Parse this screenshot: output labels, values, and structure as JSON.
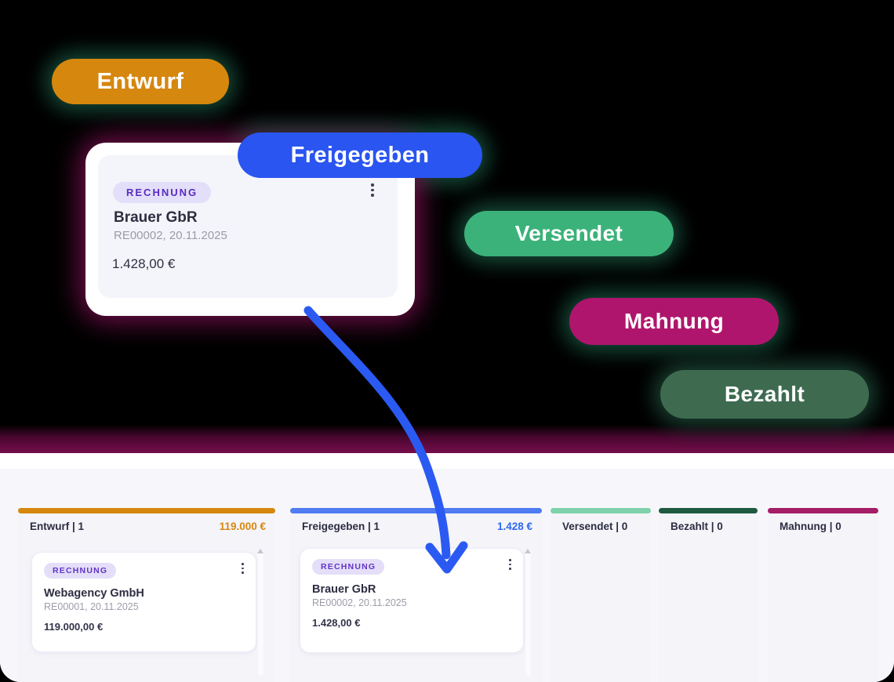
{
  "workflow": {
    "pills": [
      {
        "label": "Entwurf",
        "bg": "#d6870e"
      },
      {
        "label": "Freigegeben",
        "bg": "#2a55f0"
      },
      {
        "label": "Versendet",
        "bg": "#3bb27a"
      },
      {
        "label": "Mahnung",
        "bg": "#b0156d"
      },
      {
        "label": "Bezahlt",
        "bg": "#3e6b50"
      }
    ],
    "preview_card": {
      "badge": "RECHNUNG",
      "title": "Brauer GbR",
      "subtitle": "RE00002, 20.11.2025",
      "amount": "1.428,00 €"
    }
  },
  "board": {
    "columns": [
      {
        "title": "Entwurf | 1",
        "sum": "119.000 €",
        "bar_color": "#d6870e",
        "sum_color": "#d8870e",
        "cards": [
          {
            "badge": "RECHNUNG",
            "title": "Webagency GmbH",
            "subtitle": "RE00001, 20.11.2025",
            "amount": "119.000,00 €"
          }
        ]
      },
      {
        "title": "Freigegeben | 1",
        "sum": "1.428 €",
        "bar_color": "#4f7cf2",
        "sum_color": "#2e68ee",
        "cards": [
          {
            "badge": "RECHNUNG",
            "title": "Brauer GbR",
            "subtitle": "RE00002, 20.11.2025",
            "amount": "1.428,00 €"
          }
        ]
      },
      {
        "title": "Versendet | 0",
        "bar_color": "#7fd2ab",
        "cards": []
      },
      {
        "title": "Bezahlt | 0",
        "bar_color": "#1f5a40",
        "cards": []
      },
      {
        "title": "Mahnung | 0",
        "bar_color": "#a51d66",
        "cards": []
      }
    ]
  },
  "decor": {
    "background": "#000000",
    "halo_green": "#17503c",
    "halo_maroon": "#6f0c47",
    "band_maroon": "#760d4b",
    "arrow_color": "#2b5af2"
  },
  "icons": {
    "card_menu": "kebab-menu-vertical",
    "scroll_up": "triangle-up"
  }
}
